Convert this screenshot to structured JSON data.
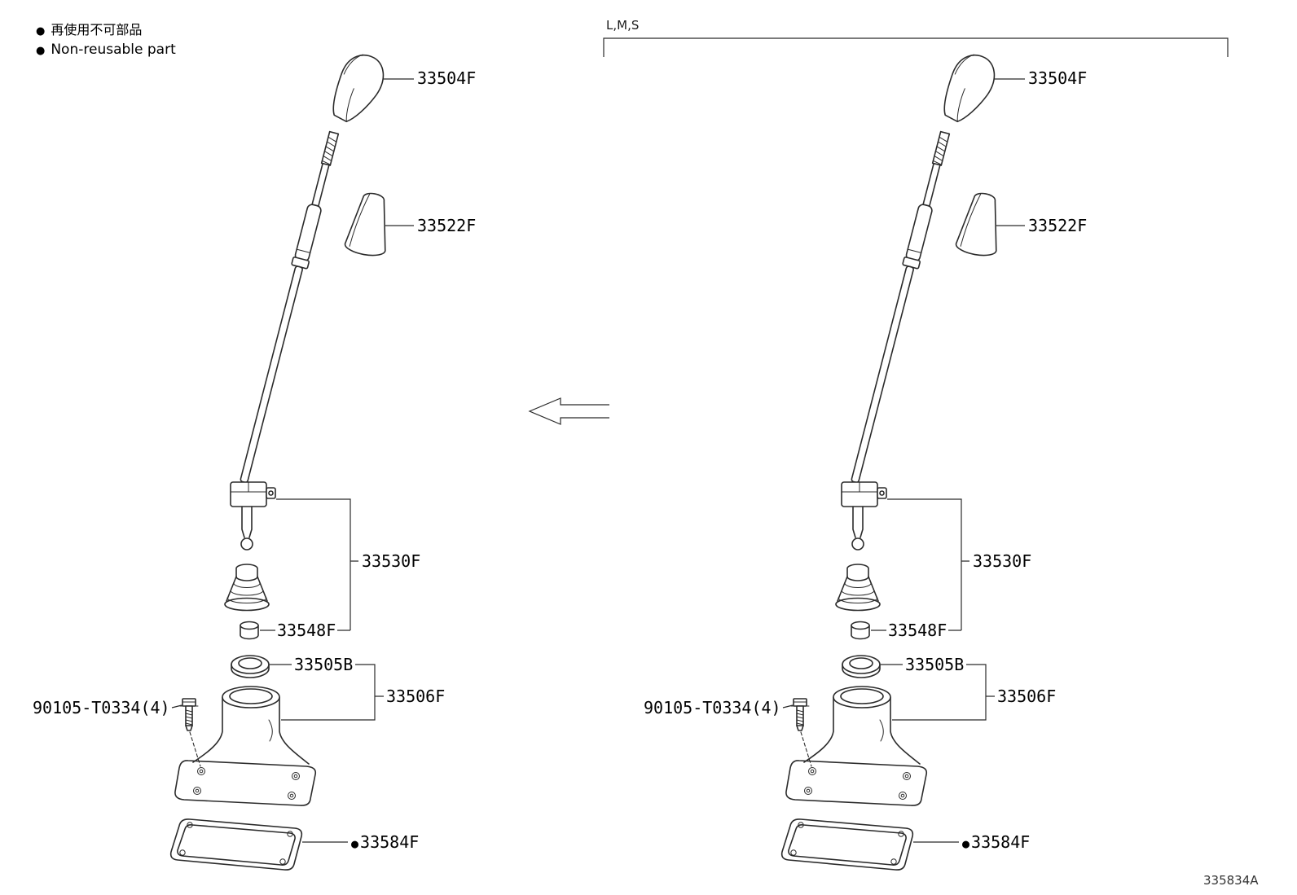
{
  "legend": {
    "bullet": "●",
    "ja": "再使用不可部品",
    "en": "Non-reusable part"
  },
  "variant": {
    "label": "L,M,S"
  },
  "parts": {
    "knob": "33504F",
    "dust_boot": "33522F",
    "lever": "33530F",
    "bushing": "33548F",
    "seat": "33505B",
    "retainer": "33506F",
    "bolt": "90105-T0334(4)",
    "gasket": "33584F"
  },
  "footer": {
    "code": "335834A"
  }
}
